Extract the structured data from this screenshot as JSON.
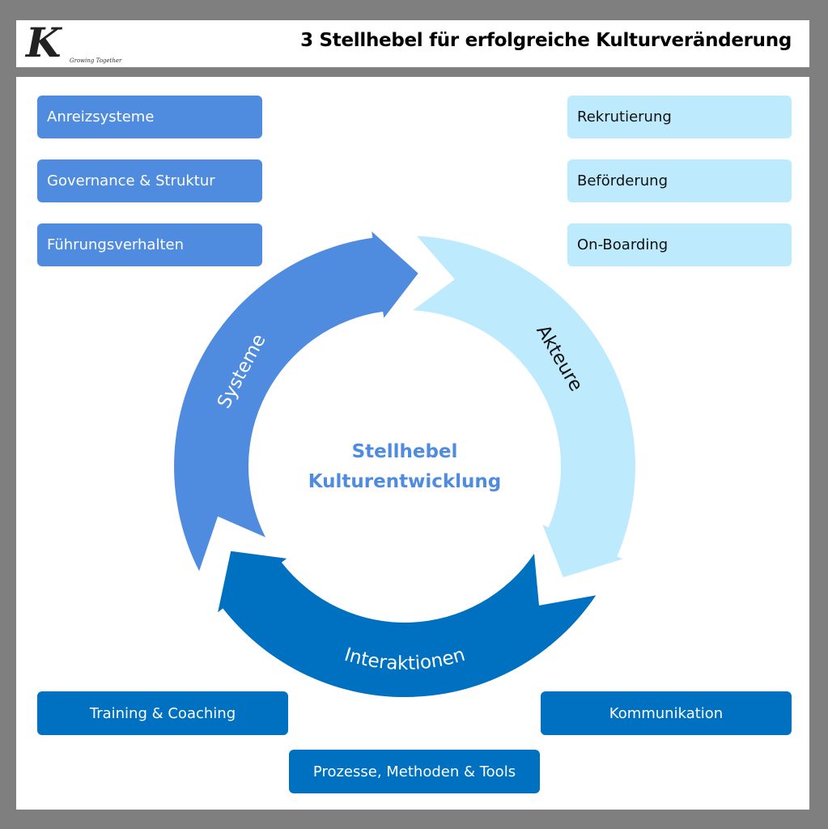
{
  "header": {
    "logo_letter": "K",
    "logo_tagline": "Growing Together",
    "title": "3 Stellhebel für erfolgreiche Kulturveränderung"
  },
  "colors": {
    "systeme": "#4f8bdf",
    "akteure": "#bdebfd",
    "interaktionen": "#0070c0"
  },
  "center": {
    "line1": "Stellhebel",
    "line2": "Kulturentwicklung"
  },
  "cycle": [
    {
      "label": "Systeme"
    },
    {
      "label": "Akteure"
    },
    {
      "label": "Interaktionen"
    }
  ],
  "systeme_items": [
    "Anreizsysteme",
    "Governance & Struktur",
    "Führungsverhalten"
  ],
  "akteure_items": [
    "Rekrutierung",
    "Beförderung",
    "On-Boarding"
  ],
  "interaktionen_items": [
    "Training & Coaching",
    "Kommunikation",
    "Prozesse, Methoden & Tools"
  ]
}
